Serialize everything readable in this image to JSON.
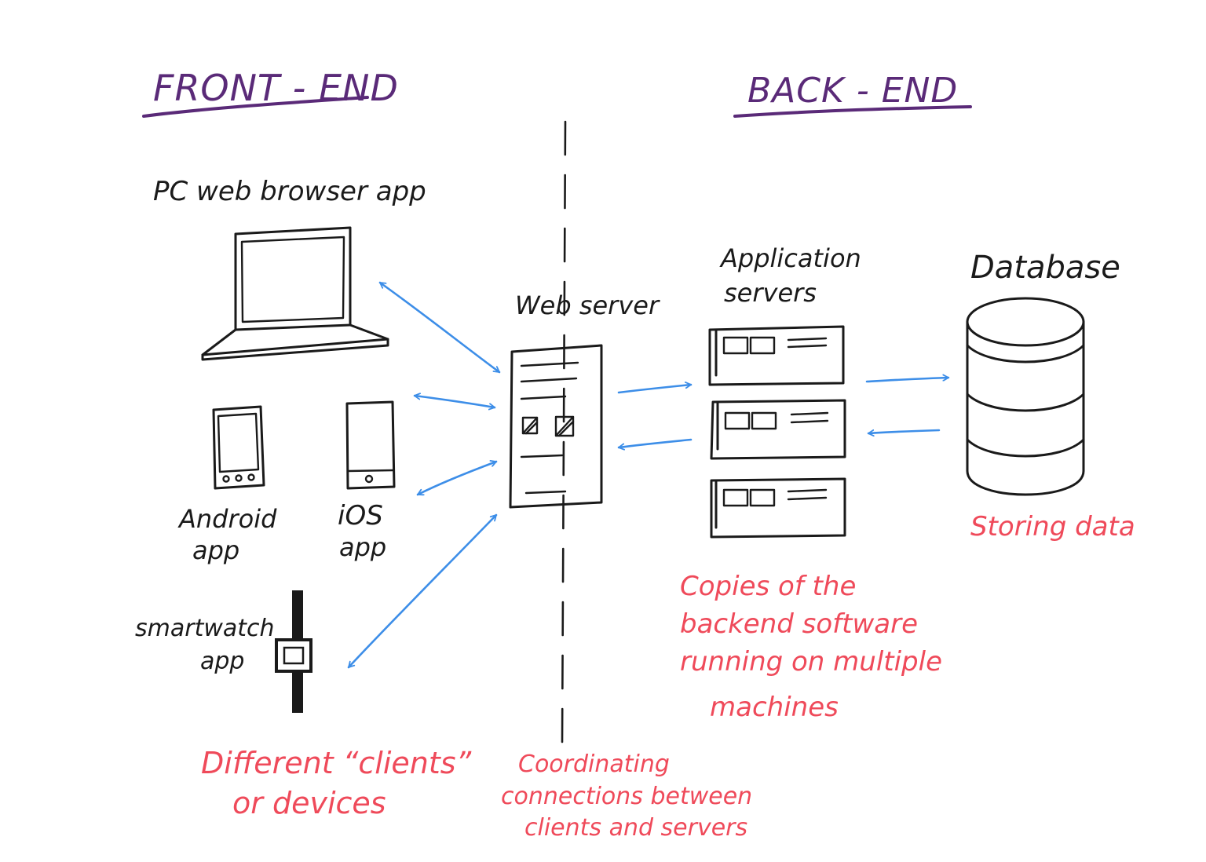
{
  "colors": {
    "heading": "#5a2a78",
    "ink": "#1a1a1a",
    "arrow": "#3d8ee8",
    "annotation": "#ef4a5a"
  },
  "headings": {
    "front_end": "FRONT - END",
    "back_end": "BACK - END"
  },
  "labels": {
    "pc_browser": "PC web browser app",
    "android_line1": "Android",
    "android_line2": "app",
    "ios_line1": "iOS",
    "ios_line2": "app",
    "smartwatch_line1": "smartwatch",
    "smartwatch_line2": "app",
    "web_server": "Web server",
    "app_servers_line1": "Application",
    "app_servers_line2": "servers",
    "database": "Database"
  },
  "annotations": {
    "clients_line1": "Different “clients”",
    "clients_line2": "or devices",
    "web_server_line1": "Coordinating",
    "web_server_line2": "connections between",
    "web_server_line3": "clients and servers",
    "app_servers_line1": "Copies of the",
    "app_servers_line2": "backend software",
    "app_servers_line3": "running on multiple",
    "app_servers_line4": "machines",
    "database": "Storing data"
  },
  "icons": {
    "laptop": "laptop-icon",
    "android": "android-phone-icon",
    "ios": "ios-phone-icon",
    "smartwatch": "smartwatch-icon",
    "web_server": "web-server-icon",
    "app_server": "app-server-icon",
    "database": "database-cylinder-icon"
  }
}
